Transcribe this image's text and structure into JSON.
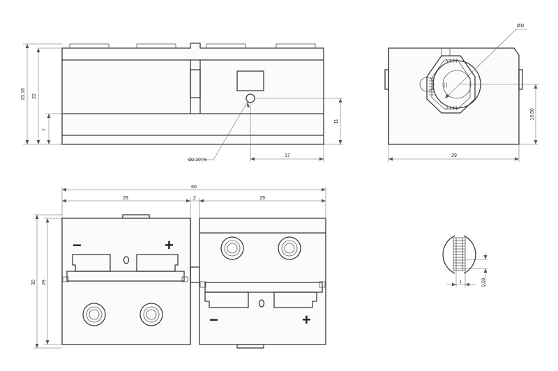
{
  "dimensions": {
    "front_height_total": "23.16",
    "front_height": "22",
    "front_step": "7",
    "hole_callout": "Ø2.20▽6",
    "hole_height": "11",
    "hole_offset": "17",
    "side_diameter": "ØD",
    "side_height": "13.50",
    "side_width": "29",
    "top_overall_width": "60",
    "top_left_width": "29",
    "top_gap": "2",
    "top_right_width": "29",
    "top_outer_height": "30",
    "top_inner_height": "29",
    "detail_pitch": "1",
    "detail_thickness": "0.59"
  },
  "polarity": {
    "minus": "−",
    "plus": "+"
  },
  "colors": {
    "line": "#3a3a3a",
    "dimension": "#666666",
    "paper": "#ffffff"
  }
}
